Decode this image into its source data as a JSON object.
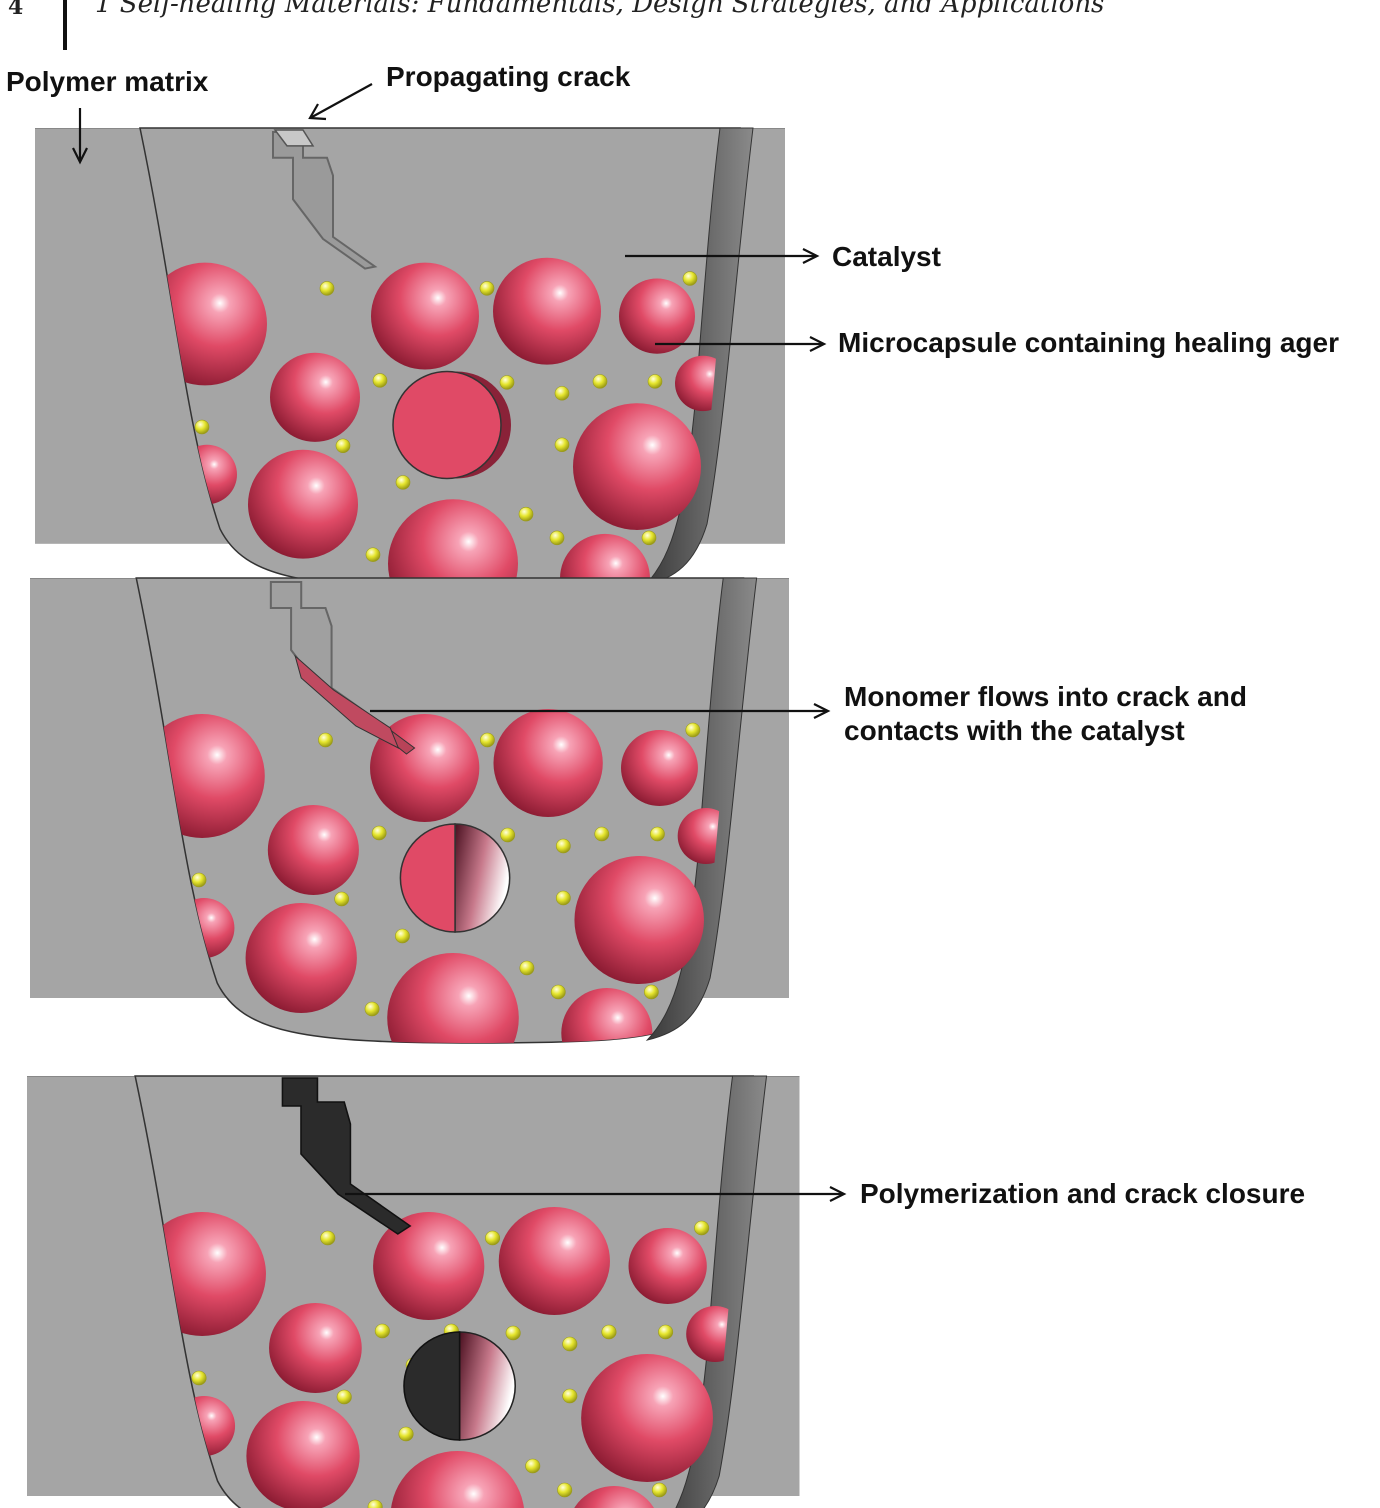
{
  "header": {
    "page_number": "4",
    "running_title": "1  Self-healing Materials: Fundamentals, Design Strategies, and Applications"
  },
  "labels": {
    "polymer_matrix": "Polymer matrix",
    "propagating_crack": "Propagating crack",
    "catalyst": "Catalyst",
    "microcapsule": "Microcapsule containing healing ager",
    "monomer_line1": "Monomer flows into crack and",
    "monomer_line2": "contacts with the catalyst",
    "polymerization": "Polymerization and crack closure"
  },
  "colors": {
    "matrix": "#a5a5a5",
    "capsule": "#e04a66",
    "capsule_dark": "#7a1228",
    "catalyst": "#e6e62e",
    "crack_outline": "#666666",
    "healed_crack": "#2b2b2b"
  },
  "panels": [
    {
      "stage": "crack"
    },
    {
      "stage": "monomer"
    },
    {
      "stage": "healed"
    }
  ]
}
